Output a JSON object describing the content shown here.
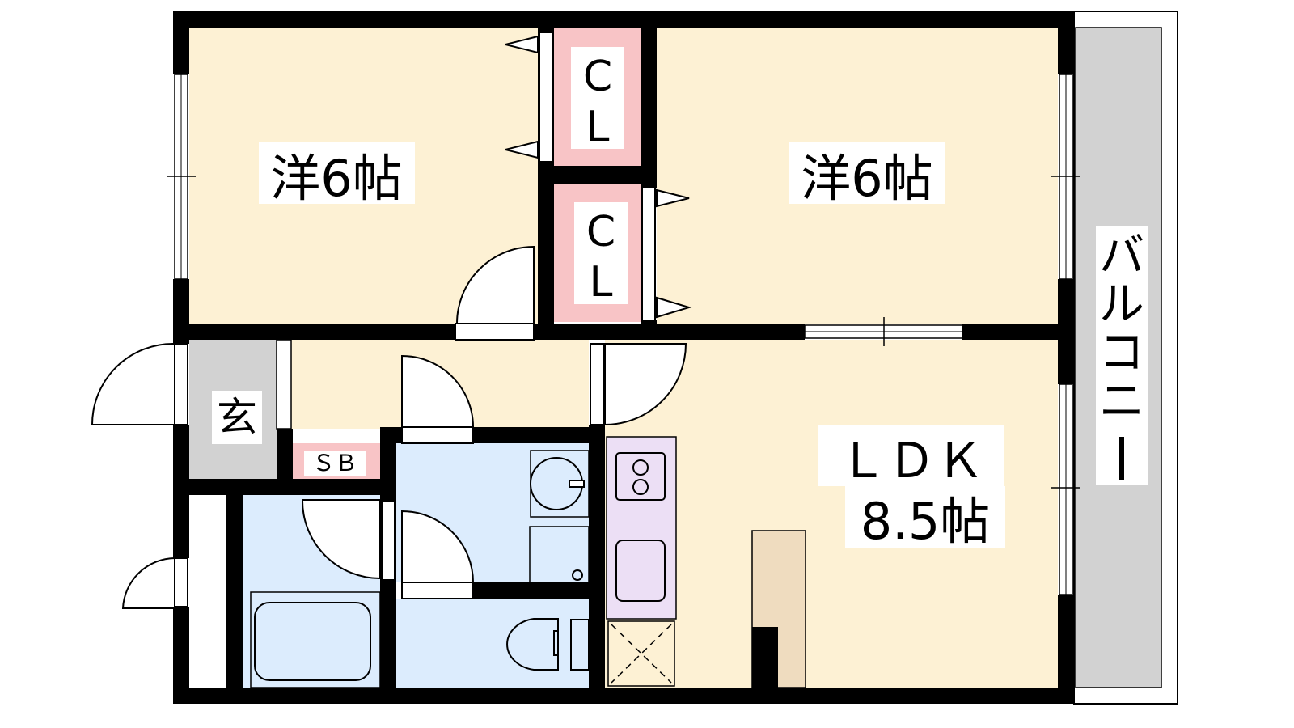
{
  "floorplan": {
    "rooms": {
      "western_left": "洋6帖",
      "western_right": "洋6帖",
      "closet_top": [
        "C",
        "L"
      ],
      "closet_bottom": [
        "C",
        "L"
      ],
      "entrance": "玄",
      "shoe_box": "ＳＢ",
      "ldk_name": "ＬＤＫ",
      "ldk_size": "8.5帖",
      "balcony": [
        "バ",
        "ル",
        "コ",
        "ニ",
        "ー"
      ]
    },
    "colors": {
      "room": "#fdf1d4",
      "closet": "#f8c4c6",
      "entrance": "#d2d2d2",
      "wet": "#dcecfd",
      "kitchen": "#ecdff5",
      "balcony": "#d2d2d2",
      "counter": "#efdcbf",
      "wall": "#000000"
    }
  }
}
